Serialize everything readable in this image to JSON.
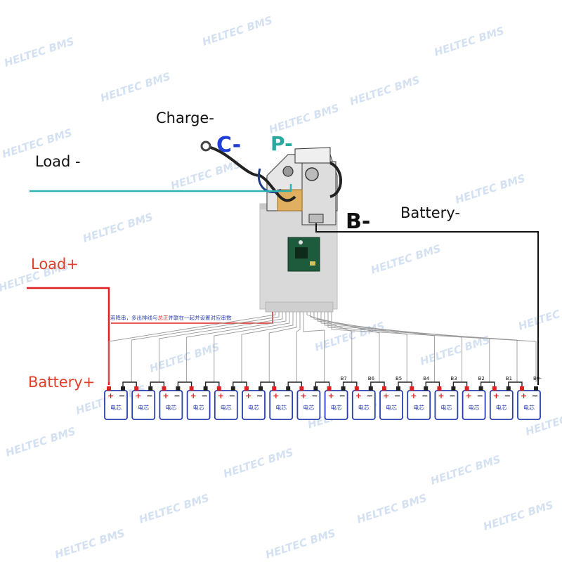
{
  "labels": {
    "charge_minus": "Charge-",
    "load_minus": "Load -",
    "c_minus": "C-",
    "p_minus": "P-",
    "b_minus": "B-",
    "battery_minus": "Battery-",
    "load_plus": "Load+",
    "battery_plus": "Battery+"
  },
  "note": "若降串，多出排线与总正并联在一起并设置对应串数",
  "cell_label": "电芯",
  "cell_plus": "+",
  "cell_minus": "−",
  "balance_labels": [
    "B7",
    "B6",
    "B5",
    "B4",
    "B3",
    "B2",
    "B1",
    "B0-"
  ],
  "watermark": "HELTEC BMS",
  "cell_count": 16,
  "colors": {
    "cyan_wire": "#2bb3b3",
    "red_wire": "#e02020",
    "black_wire": "#111111",
    "c_label": "#1f3fd6",
    "p_label": "#27a9a0",
    "red_text": "#e0402a",
    "cell_border": "#2a3fb0",
    "note_blue": "#2a3fb0",
    "note_red": "#e02020",
    "watermark": "#c5d7ee"
  }
}
